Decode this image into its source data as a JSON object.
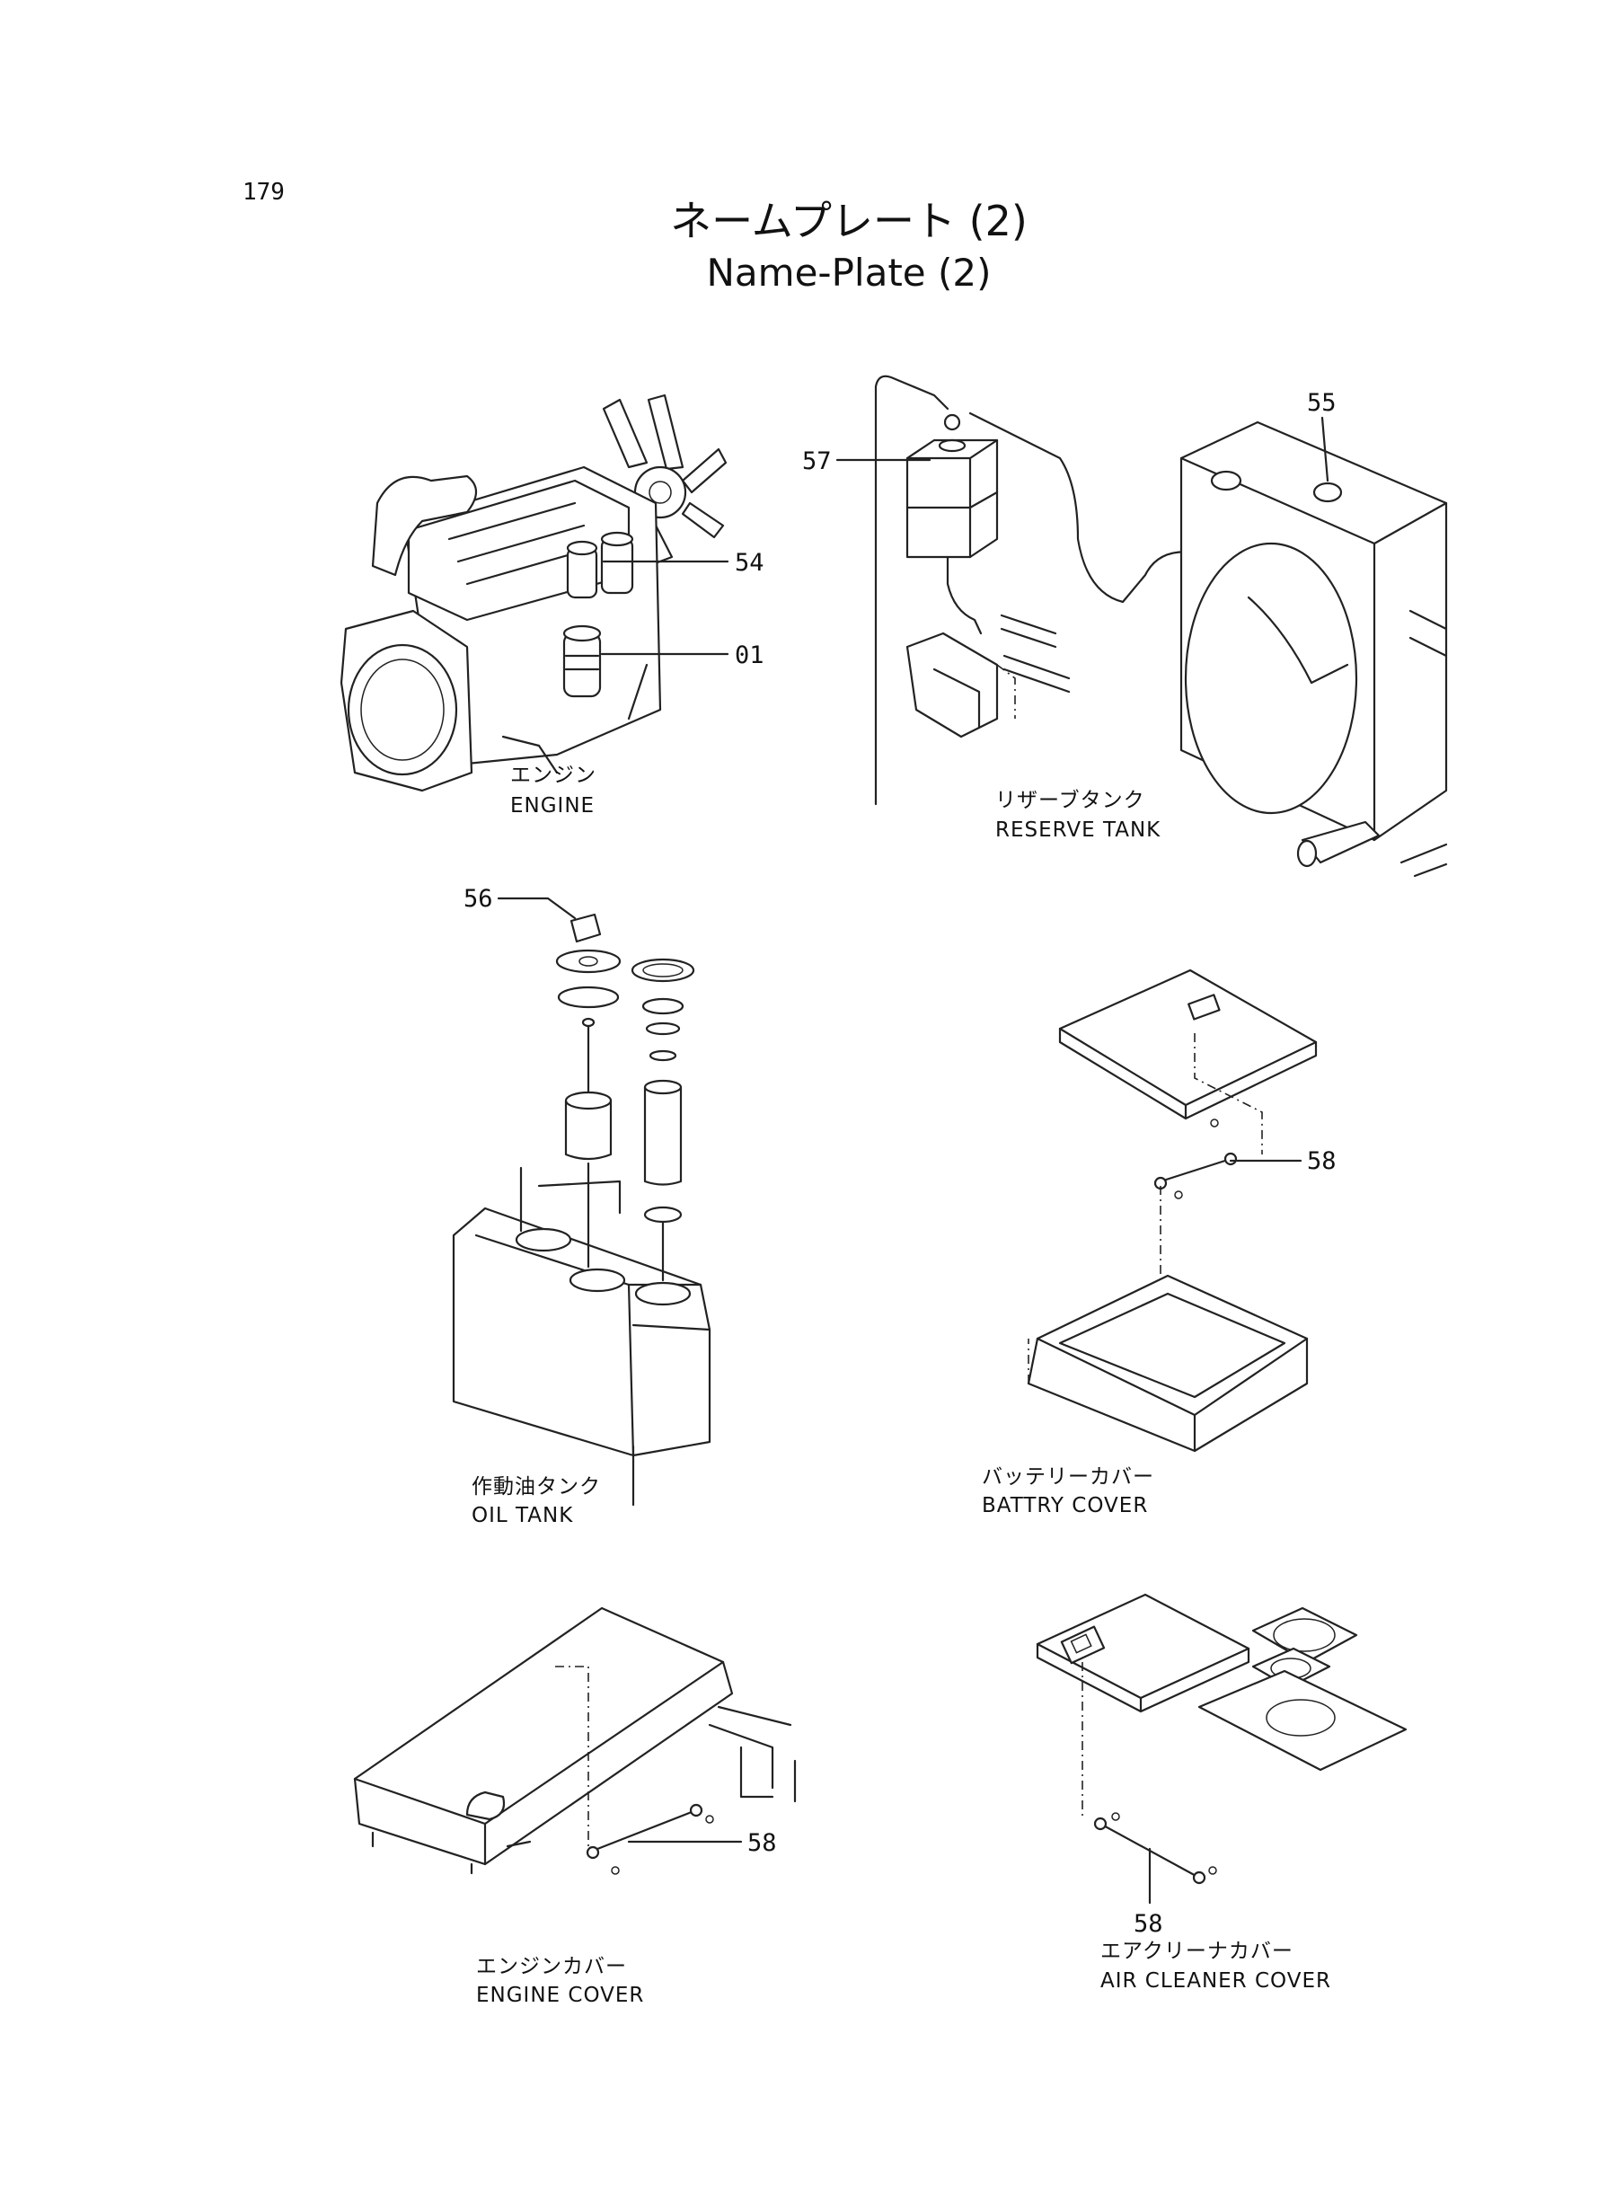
{
  "page_number": "179",
  "title": {
    "jp": "ネームプレート (2)",
    "en": "Name-Plate (2)"
  },
  "views": [
    {
      "id": "engine",
      "jp": "エンジン",
      "en": "ENGINE",
      "callouts": [
        "54",
        "01"
      ]
    },
    {
      "id": "reserve-tank",
      "jp": "リザーブタンク",
      "en": "RESERVE TANK",
      "callouts": [
        "57",
        "55"
      ]
    },
    {
      "id": "oil-tank",
      "jp": "作動油タンク",
      "en": "OIL TANK",
      "callouts": [
        "56"
      ]
    },
    {
      "id": "battery-cover",
      "jp": "バッテリーカバー",
      "en": "BATTRY COVER",
      "callouts": [
        "58"
      ]
    },
    {
      "id": "engine-cover",
      "jp": "エンジンカバー",
      "en": "ENGINE COVER",
      "callouts": [
        "58"
      ]
    },
    {
      "id": "air-cleaner-cover",
      "jp": "エアクリーナカバー",
      "en": "AIR CLEANER COVER",
      "callouts": [
        "58"
      ]
    }
  ]
}
